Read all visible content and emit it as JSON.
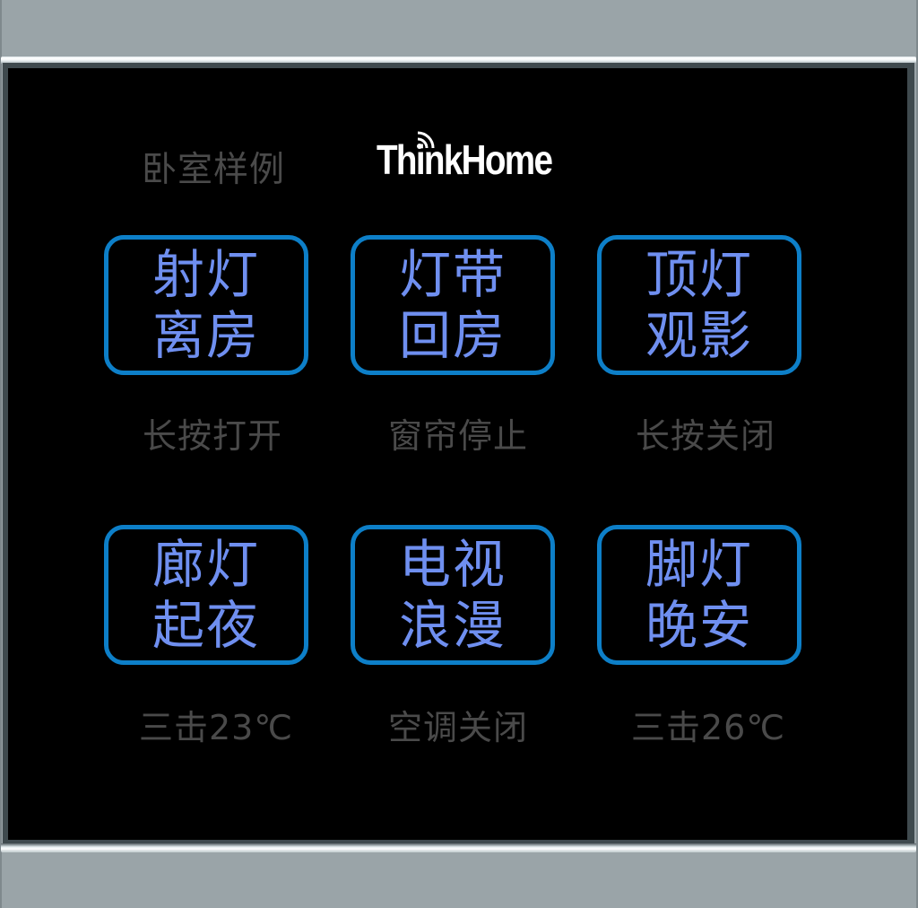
{
  "panel": {
    "room_title": "卧室样例",
    "brand": "ThinkHome",
    "brand_icon": "wifi-icon",
    "colors": {
      "frame": "#9aa4a8",
      "screen": "#000000",
      "card_border": "#0d7fc8",
      "card_text": "#6f8ff0",
      "hint_text": "#4a4a4a",
      "brand_text": "#ffffff"
    }
  },
  "scenes": [
    {
      "line1": "射灯",
      "line2": "离房",
      "hint": "长按打开"
    },
    {
      "line1": "灯带",
      "line2": "回房",
      "hint": "窗帘停止"
    },
    {
      "line1": "顶灯",
      "line2": "观影",
      "hint": "长按关闭"
    },
    {
      "line1": "廊灯",
      "line2": "起夜",
      "hint": "三击23℃"
    },
    {
      "line1": "电视",
      "line2": "浪漫",
      "hint": "空调关闭"
    },
    {
      "line1": "脚灯",
      "line2": "晚安",
      "hint": "三击26℃"
    }
  ]
}
